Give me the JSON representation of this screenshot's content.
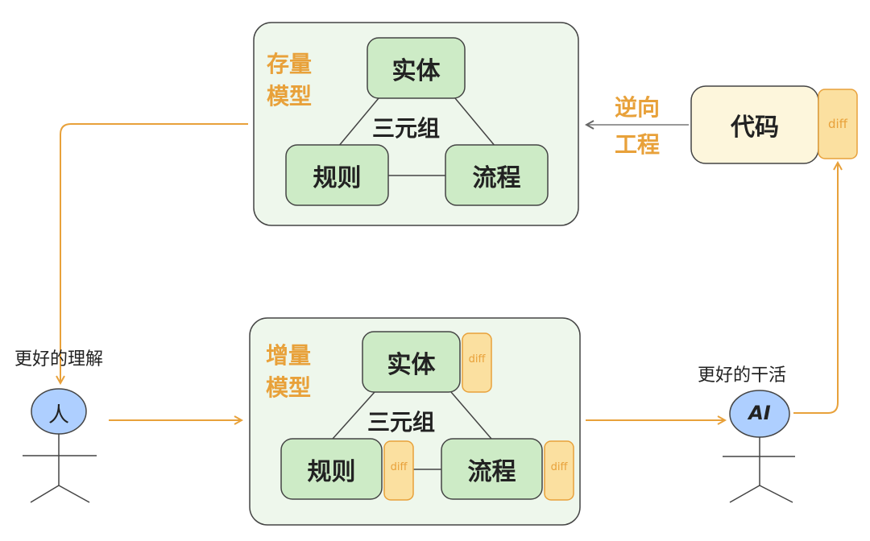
{
  "top_model": {
    "label_line1": "存量",
    "label_line2": "模型",
    "entity": "实体",
    "rule": "规则",
    "process": "流程",
    "triple": "三元组"
  },
  "bottom_model": {
    "label_line1": "增量",
    "label_line2": "模型",
    "entity": "实体",
    "rule": "规则",
    "process": "流程",
    "triple": "三元组",
    "diff_tag": "diff"
  },
  "code": {
    "label": "代码",
    "diff_tag": "diff"
  },
  "reverse_engineering": {
    "line1": "逆向",
    "line2": "工程"
  },
  "human": {
    "head_label": "人",
    "caption": "更好的理解"
  },
  "ai": {
    "head_label": "AI",
    "caption": "更好的干活"
  },
  "colors": {
    "accent": "#e8a13a",
    "model_bg": "#eef7ec",
    "node_bg": "#cdebc6",
    "diff_bg": "#fbe0a0",
    "code_bg": "#fdf6dc",
    "head_bg": "#aecfff"
  }
}
